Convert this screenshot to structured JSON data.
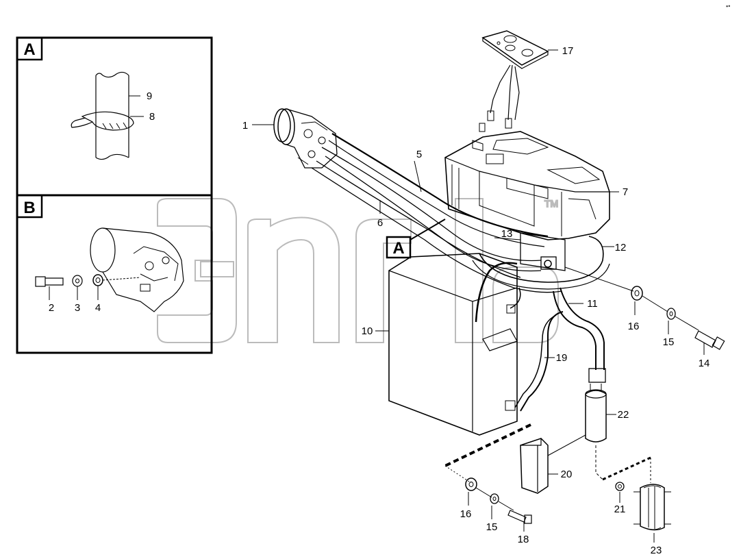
{
  "detail_a": {
    "letter": "A"
  },
  "detail_b": {
    "letter": "B"
  },
  "callout_a": "A",
  "watermark_text": "TM",
  "corner_mark": "▪•",
  "labels": {
    "l1": "1",
    "l2": "2",
    "l3": "3",
    "l4": "4",
    "l5": "5",
    "l6": "6",
    "l7": "7",
    "l8": "8",
    "l9": "9",
    "l10": "10",
    "l11": "11",
    "l12": "12",
    "l13": "13",
    "l14": "14",
    "l15a": "15",
    "l15b": "15",
    "l16a": "16",
    "l16b": "16",
    "l17": "17",
    "l18": "18",
    "l19": "19",
    "l20": "20",
    "l21": "21",
    "l22": "22",
    "l23": "23"
  }
}
